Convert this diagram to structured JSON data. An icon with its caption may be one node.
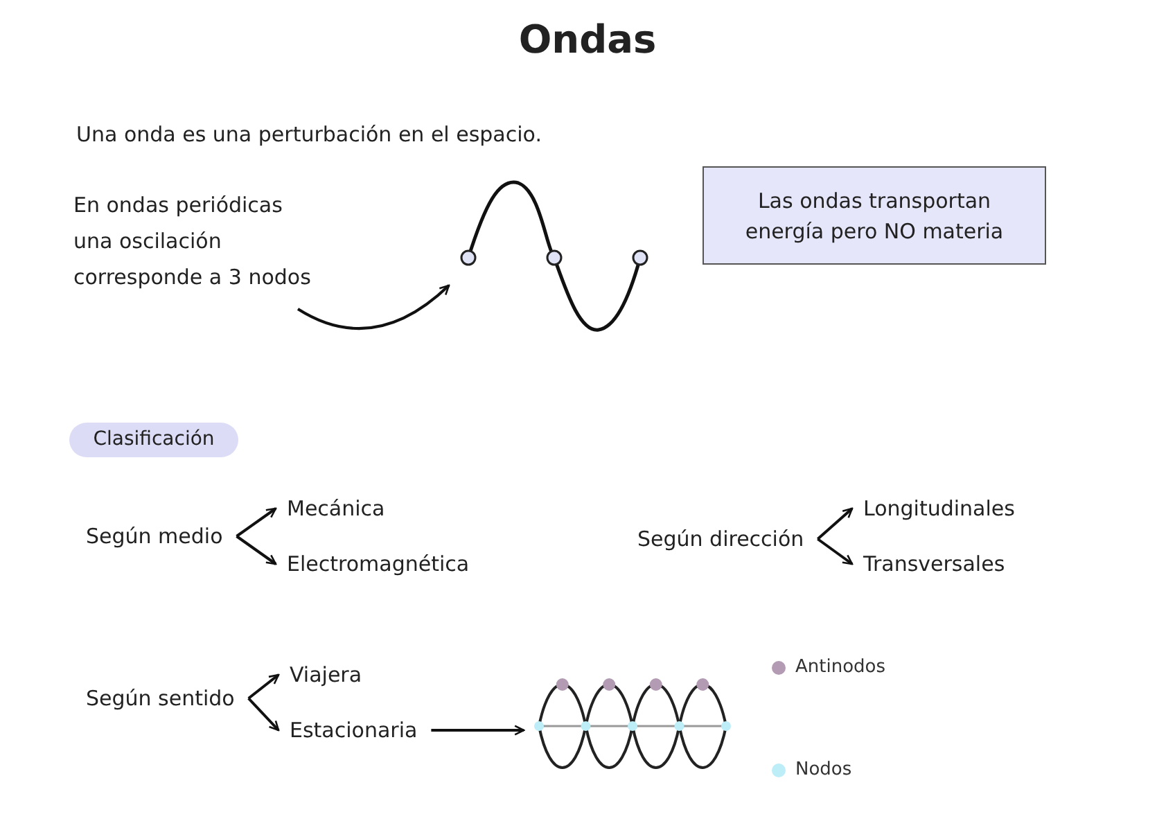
{
  "diagram": {
    "title": "Ondas",
    "nodes": [
      {
        "text": [
          "En ondas periódicas una oscilación corresponde a 3 nodos"
        ]
      },
      {
        "text": [],
        "shape": "picture"
      },
      {
        "text": [
          "Las ondas transportan energía pero NO materia"
        ]
      },
      {
        "text": [
          "Clasificación"
        ]
      },
      {
        "text": [
          "Según medio"
        ]
      },
      {
        "text": [
          "Mecánica"
        ]
      },
      {
        "text": [
          "Electromagnética"
        ]
      },
      {
        "text": [
          "Según dirección"
        ]
      },
      {
        "text": [
          "Longitudinales"
        ]
      },
      {
        "text": [
          "Transversales"
        ]
      },
      {
        "text": [
          "Según sentido"
        ]
      },
      {
        "text": [
          "Viajera"
        ]
      },
      {
        "text": [
          "Estacionaria"
        ]
      },
      {
        "text": [],
        "shape": "picture"
      }
    ],
    "edges": [
      {
        "from": 0,
        "to": 1,
        "arrow": "to"
      },
      {
        "from": 4,
        "to": 5,
        "arrow": "to"
      },
      {
        "from": 4,
        "to": 6,
        "arrow": "to"
      },
      {
        "from": 7,
        "to": 8,
        "arrow": "to"
      },
      {
        "from": 7,
        "to": 9,
        "arrow": "to"
      },
      {
        "from": 10,
        "to": 11,
        "arrow": "to"
      },
      {
        "from": 10,
        "to": 12,
        "arrow": "to"
      },
      {
        "from": 12,
        "to": 13,
        "arrow": "to"
      }
    ],
    "labels": [
      "Una onda es una perturbación en el espacio."
    ],
    "legend": [
      {
        "text": "Antinodos",
        "color": "#b39bb3"
      },
      {
        "text": "Nodos",
        "color": "#bdeef8"
      }
    ]
  }
}
